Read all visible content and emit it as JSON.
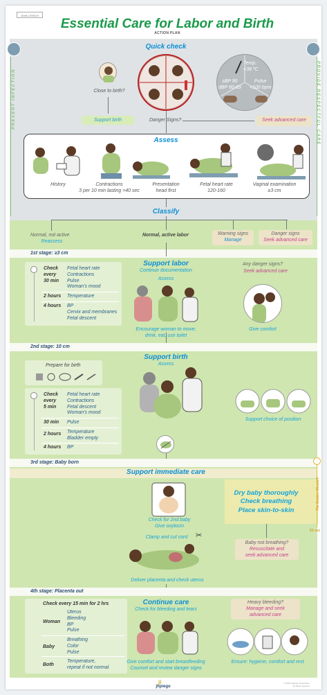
{
  "draft_label": "Draft 22/05/19",
  "title": "Essential Care for Labor and Birth",
  "subtitle": "ACTION PLAN",
  "side_left": "PREVENT INFECTION",
  "side_right": "PROVIDE RESPECTFUL CARE",
  "quick_check": {
    "heading": "Quick check",
    "close_to_birth": "Close to birth?",
    "support_birth": "Support birth",
    "danger_signs": "Danger Signs?",
    "seek_advanced_care": "Seek advanced care",
    "temp": "Temp.\n<38 ºC",
    "bp": "sBP 90\ndBP 60-89",
    "pulse": "Pulse\n<100 bpm"
  },
  "assess": {
    "heading": "Assess",
    "items": [
      {
        "label": "History"
      },
      {
        "label": "Contractions\n3 per 10 min lasting >40 sec"
      },
      {
        "label": "Presentation\nhead first"
      },
      {
        "label": "Fetal heart rate\n120-160"
      },
      {
        "label": "Vaginal examination\n≥3 cm"
      }
    ]
  },
  "classify": {
    "heading": "Classify",
    "normal_not_active": "Normal, not active",
    "reassess": "Reassess",
    "normal_active": "Normal, active labor",
    "warning_signs": "Warning signs",
    "manage": "Manage",
    "danger_signs": "Danger signs",
    "seek_advanced_care": "Seek advanced care"
  },
  "stage1": {
    "label": "1st stage: ≥3 cm",
    "check_head": "Check\nevery\n30 min",
    "check_items": "Fetal heart rate\nContractions\nPulse\nWoman's mood",
    "row2_time": "2 hours",
    "row2_items": "Temperature",
    "row3_time": "4 hours",
    "row3_items": "BP\nCervix and membranes\nFetal descent",
    "heading": "Support labor",
    "continue_documentation": "Continue documentation",
    "assess": "Assess",
    "encourage": "Encourage woman to move,\ndrink, eat, use toilet",
    "any_danger": "Any danger signs?",
    "seek_advanced_care": "Seek advanced care",
    "give_comfort": "Give comfort"
  },
  "stage2": {
    "label": "2nd stage: 10 cm",
    "prepare": "Prepare for birth",
    "check_head": "Check\nevery\n5 min",
    "check_items": "Fetal heart rate\nContractions\nFetal descent\nWoman's mood",
    "row2_time": "30 min",
    "row2_items": "Pulse",
    "row3_time": "2 hours",
    "row3_items": "Temperature\nBladder empty",
    "row4_time": "4 hours",
    "row4_items": "BP",
    "heading": "Support birth",
    "assess": "Assess",
    "support_position": "Support choice of position"
  },
  "stage3": {
    "label": "3rd stage: Baby born",
    "heading": "Support immediate care",
    "dry_baby": "Dry baby thoroughly\nCheck breathing\nPlace skin-to-skin",
    "golden_minute": "The Golden Minute®",
    "sixty_sec": "60 sec",
    "check_2nd_baby": "Check for 2nd baby",
    "give_oxytocin": "Give oxytocin",
    "baby_not_breathing": "Baby not breathing?",
    "resuscitate": "Resuscitate and\nseek advanced care",
    "clamp_cut": "Clamp and cut cord",
    "deliver_placenta": "Deliver placenta and check uterus"
  },
  "stage4": {
    "label": "4th stage: Placenta out",
    "check_head": "Check every 15 min for 2 hrs",
    "woman": "Woman",
    "woman_items": "Uterus\nBleeding\nBP\nPulse",
    "baby": "Baby",
    "baby_items": "Breathing\nColor\nPulse",
    "both": "Both",
    "both_items": "Temperature,\nrepeat if not normal",
    "heading": "Continue care",
    "check_bleeding": "Check for bleeding and tears",
    "heavy_bleeding": "Heavy bleeding?",
    "manage_seek": "Manage and seek\nadvanced care",
    "give_comfort": "Give comfort and start breastfeeding\nCounsel and review danger signs",
    "ensure": "Ensure: hygiene, comfort and rest"
  },
  "footer": {
    "logo": "jhpiego",
    "copyright": "© 2019 Jhpiego Corporation\nAll rights reserved"
  },
  "colors": {
    "title_green": "#1a9a4a",
    "heading_blue": "#0d8fd4",
    "grey_band": "#dfe3e6",
    "green_band": "#cfe6b0",
    "stage_bar": "#f7f9f2",
    "tan": "#ede3c8"
  }
}
